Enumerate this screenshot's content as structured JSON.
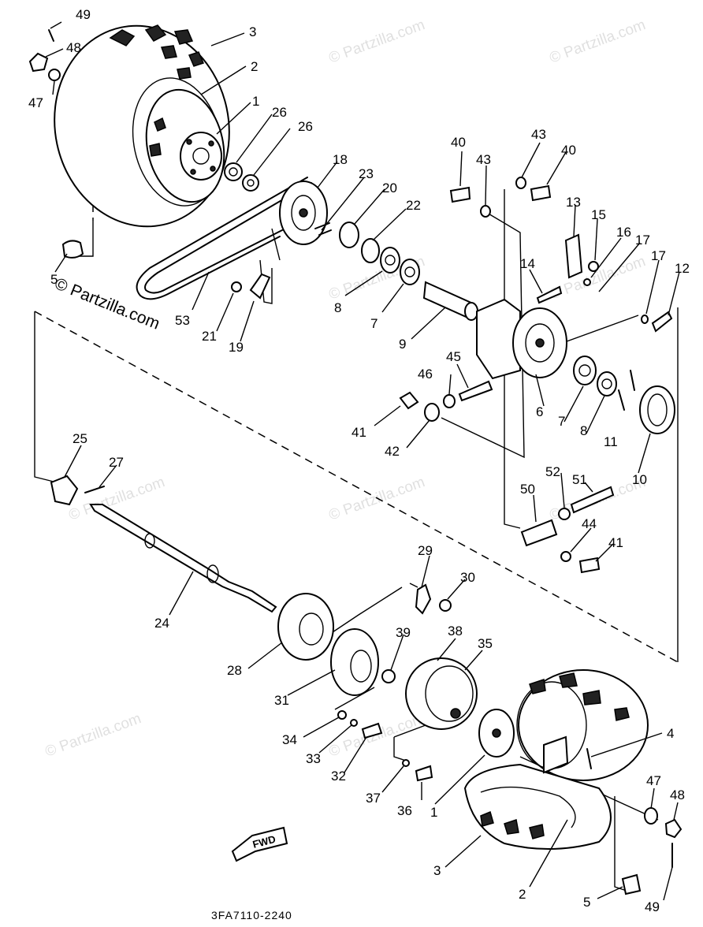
{
  "diagram": {
    "code": "3FA7110-2240",
    "fwd_label": "FWD",
    "watermark": "© Partzilla.com",
    "watermark_main": "© Partzilla.com"
  },
  "callouts": [
    {
      "id": "c49a",
      "text": "49"
    },
    {
      "id": "c48a",
      "text": "48"
    },
    {
      "id": "c47a",
      "text": "47"
    },
    {
      "id": "c3a",
      "text": "3"
    },
    {
      "id": "c2a",
      "text": "2"
    },
    {
      "id": "c1a",
      "text": "1"
    },
    {
      "id": "c26a",
      "text": "26"
    },
    {
      "id": "c26b",
      "text": "26"
    },
    {
      "id": "c5a",
      "text": "5"
    },
    {
      "id": "c18",
      "text": "18"
    },
    {
      "id": "c23",
      "text": "23"
    },
    {
      "id": "c20",
      "text": "20"
    },
    {
      "id": "c22",
      "text": "22"
    },
    {
      "id": "c8a",
      "text": "8"
    },
    {
      "id": "c7a",
      "text": "7"
    },
    {
      "id": "c9",
      "text": "9"
    },
    {
      "id": "c53",
      "text": "53"
    },
    {
      "id": "c21",
      "text": "21"
    },
    {
      "id": "c19",
      "text": "19"
    },
    {
      "id": "c40a",
      "text": "40"
    },
    {
      "id": "c43a",
      "text": "43"
    },
    {
      "id": "c43b",
      "text": "43"
    },
    {
      "id": "c40b",
      "text": "40"
    },
    {
      "id": "c13",
      "text": "13"
    },
    {
      "id": "c15",
      "text": "15"
    },
    {
      "id": "c16",
      "text": "16"
    },
    {
      "id": "c17a",
      "text": "17"
    },
    {
      "id": "c17b",
      "text": "17"
    },
    {
      "id": "c12",
      "text": "12"
    },
    {
      "id": "c14",
      "text": "14"
    },
    {
      "id": "c6",
      "text": "6"
    },
    {
      "id": "c7b",
      "text": "7"
    },
    {
      "id": "c8b",
      "text": "8"
    },
    {
      "id": "c11",
      "text": "11"
    },
    {
      "id": "c10",
      "text": "10"
    },
    {
      "id": "c45",
      "text": "45"
    },
    {
      "id": "c46",
      "text": "46"
    },
    {
      "id": "c41a",
      "text": "41"
    },
    {
      "id": "c42",
      "text": "42"
    },
    {
      "id": "c25",
      "text": "25"
    },
    {
      "id": "c27",
      "text": "27"
    },
    {
      "id": "c24",
      "text": "24"
    },
    {
      "id": "c51",
      "text": "51"
    },
    {
      "id": "c52",
      "text": "52"
    },
    {
      "id": "c50",
      "text": "50"
    },
    {
      "id": "c44",
      "text": "44"
    },
    {
      "id": "c41b",
      "text": "41"
    },
    {
      "id": "c29",
      "text": "29"
    },
    {
      "id": "c30",
      "text": "30"
    },
    {
      "id": "c28",
      "text": "28"
    },
    {
      "id": "c39",
      "text": "39"
    },
    {
      "id": "c38",
      "text": "38"
    },
    {
      "id": "c35",
      "text": "35"
    },
    {
      "id": "c31",
      "text": "31"
    },
    {
      "id": "c34",
      "text": "34"
    },
    {
      "id": "c33",
      "text": "33"
    },
    {
      "id": "c32",
      "text": "32"
    },
    {
      "id": "c37",
      "text": "37"
    },
    {
      "id": "c36",
      "text": "36"
    },
    {
      "id": "c1b",
      "text": "1"
    },
    {
      "id": "c4",
      "text": "4"
    },
    {
      "id": "c47b",
      "text": "47"
    },
    {
      "id": "c48b",
      "text": "48"
    },
    {
      "id": "c3b",
      "text": "3"
    },
    {
      "id": "c2b",
      "text": "2"
    },
    {
      "id": "c5b",
      "text": "5"
    },
    {
      "id": "c49b",
      "text": "49"
    }
  ]
}
